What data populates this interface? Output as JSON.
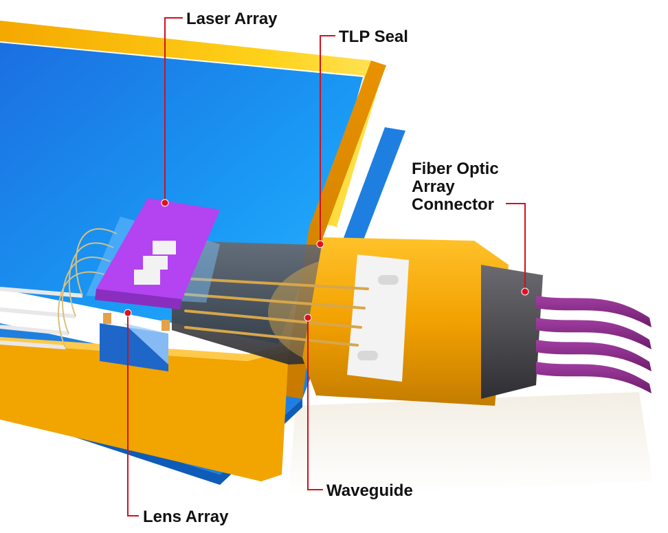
{
  "labels": {
    "laser_array": "Laser Array",
    "tlp_seal": "TLP Seal",
    "fiber_line1": "Fiber Optic",
    "fiber_line2": "Array",
    "fiber_line3": "Connector",
    "waveguide": "Waveguide",
    "lens_array": "Lens Array"
  },
  "colors": {
    "housing_orange": "#f4a300",
    "substrate_blue": "#1a8cf0",
    "laser_purple": "#b040f0",
    "fiber_purple": "#8a2a8a",
    "connector_gray": "#4a4a4e",
    "leader_red": "#d2101c"
  }
}
